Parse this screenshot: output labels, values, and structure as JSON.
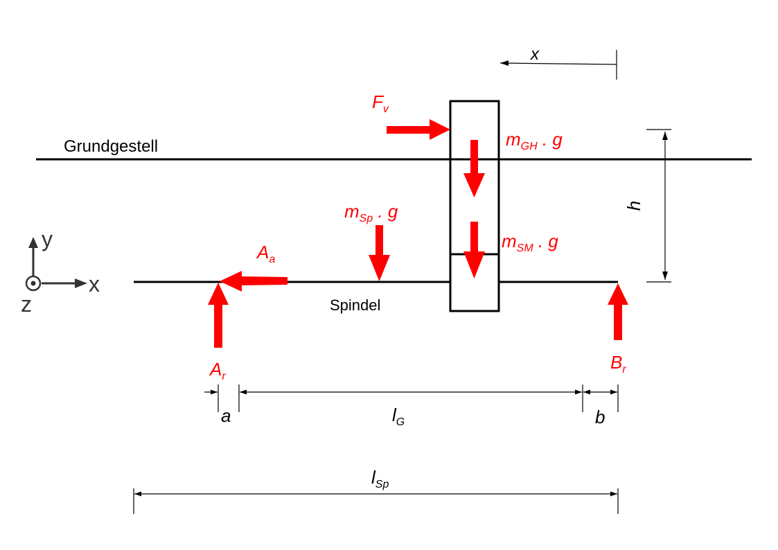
{
  "labels": {
    "grundgestell": "Grundgestell",
    "spindel": "Spindel",
    "x_top": "x",
    "h": "h",
    "a": "a",
    "b": "b",
    "l": "l"
  },
  "forces": {
    "fv_main": "F",
    "fv_sub": "v",
    "mgh_main": "m",
    "mgh_sub": "GH",
    "mgh_tail": " . g",
    "msp_main": "m",
    "msp_sub": "Sp",
    "msp_tail": " . g",
    "msm_main": "m",
    "msm_sub": "SM",
    "msm_tail": " . g",
    "aa_main": "A",
    "aa_sub": "a",
    "ar_main": "A",
    "ar_sub": "r",
    "br_main": "B",
    "br_sub": "r"
  },
  "dims": {
    "lg_sub": "G",
    "lsp_sub": "Sp"
  },
  "axes": {
    "y": "y",
    "x": "x",
    "z": "z"
  },
  "colors": {
    "force": "#ff0000",
    "line": "#000000"
  }
}
